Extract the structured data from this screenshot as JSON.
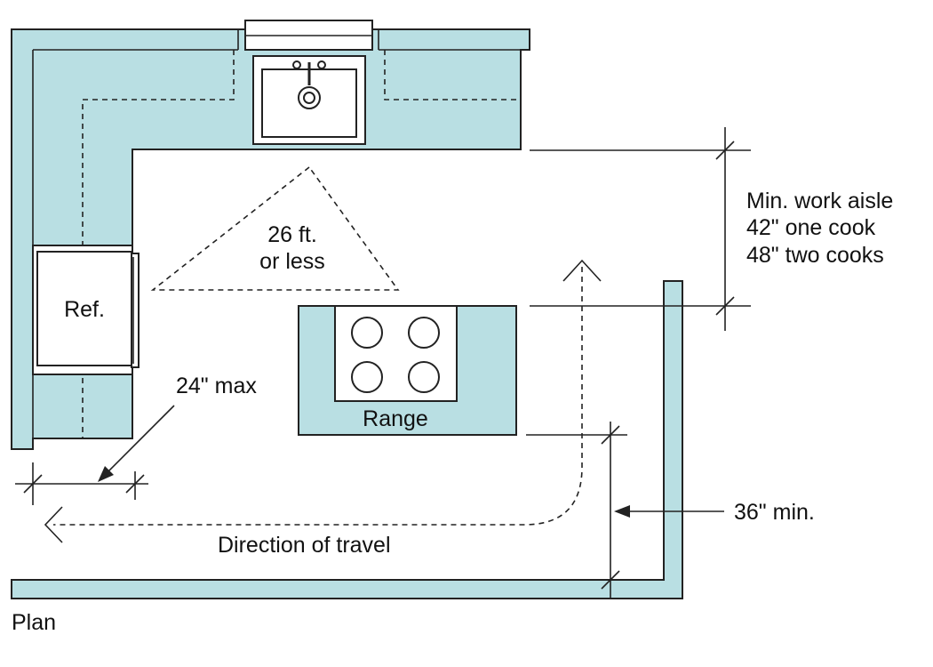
{
  "labels": {
    "ref": "Ref.",
    "triangle_line1": "26 ft.",
    "triangle_line2": "or less",
    "range": "Range",
    "aisle_line1": "Min. work aisle",
    "aisle_line2": "42\" one cook",
    "aisle_line3": "48\" two cooks",
    "max_24": "24\" max",
    "min_36": "36\" min.",
    "direction": "Direction of travel",
    "plan": "Plan"
  },
  "colors": {
    "counter_fill": "#b9dfe3",
    "line": "#222222"
  }
}
